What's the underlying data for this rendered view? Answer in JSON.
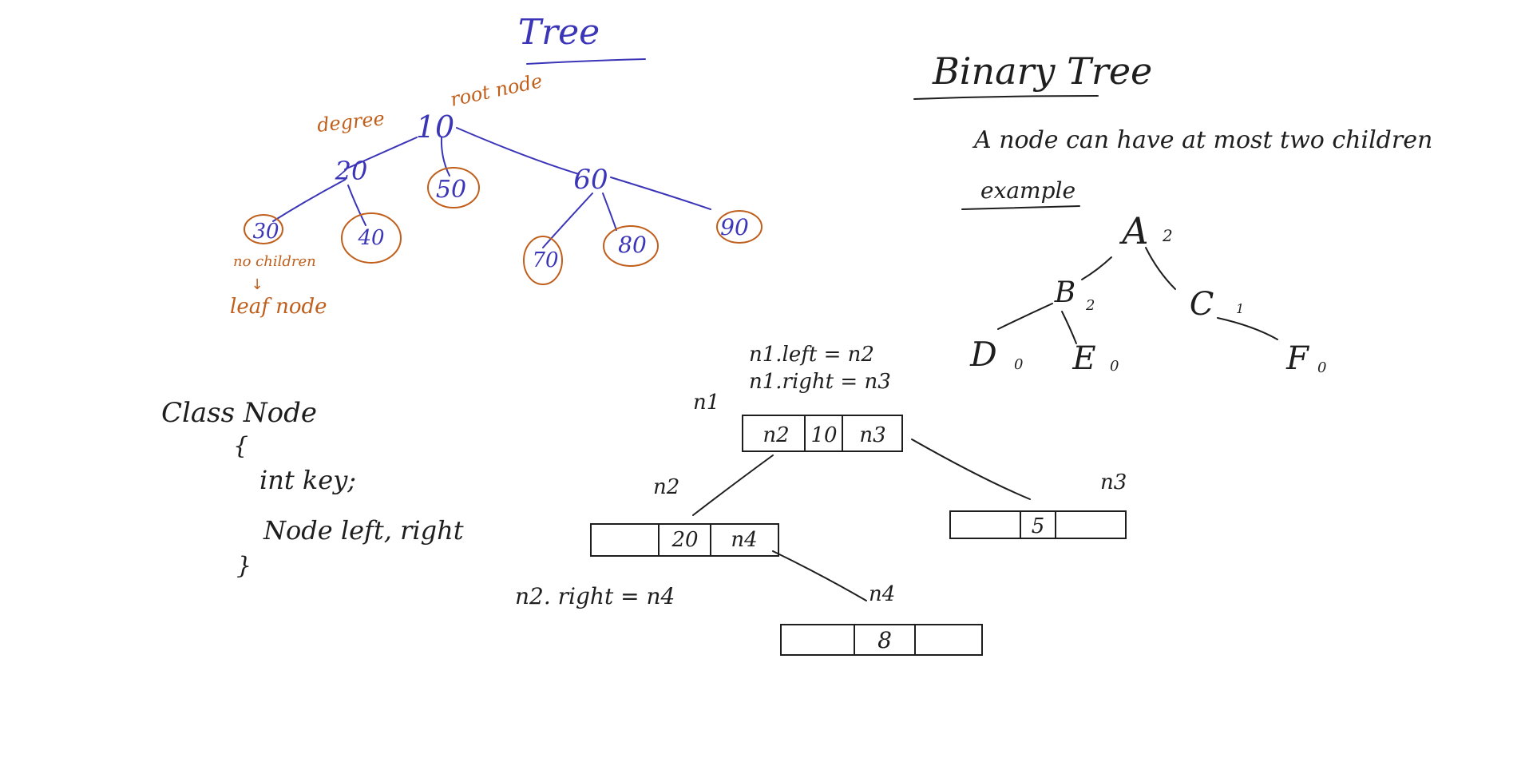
{
  "tree_section": {
    "title": "Tree",
    "root_label": "root node",
    "degree_label": "degree",
    "no_children_label": "no children",
    "arrow": "↓",
    "leaf_label": "leaf node",
    "nodes": {
      "n10": "10",
      "n20": "20",
      "n50": "50",
      "n60": "60",
      "n30": "30",
      "n40": "40",
      "n70": "70",
      "n80": "80",
      "n90": "90"
    }
  },
  "binary_tree_section": {
    "title": "Binary Tree",
    "definition": "A node can have at most two children",
    "example_label": "example",
    "nodes": {
      "A": {
        "name": "A",
        "degree": "2"
      },
      "B": {
        "name": "B",
        "degree": "2"
      },
      "C": {
        "name": "C",
        "degree": "1"
      },
      "D": {
        "name": "D",
        "degree": "0"
      },
      "E": {
        "name": "E",
        "degree": "0"
      },
      "F": {
        "name": "F",
        "degree": "0"
      }
    }
  },
  "class_section": {
    "line1": "Class Node",
    "line2": "{",
    "line3": "int key;",
    "line4": "Node left, right",
    "line5": "}"
  },
  "linked_section": {
    "note1": "n1.left = n2",
    "note2": "n1.right = n3",
    "note3": "n2. right = n4",
    "n1": {
      "label": "n1",
      "left": "n2",
      "key": "10",
      "right": "n3"
    },
    "n2": {
      "label": "n2",
      "left": "",
      "key": "20",
      "right": "n4"
    },
    "n3": {
      "label": "n3",
      "left": "",
      "key": "5",
      "right": ""
    },
    "n4": {
      "label": "n4",
      "left": "",
      "key": "8",
      "right": ""
    }
  },
  "colors": {
    "blue_ink": "#3b35b8",
    "orange_ink": "#c05f1c",
    "black_ink": "#1e1e1e"
  }
}
